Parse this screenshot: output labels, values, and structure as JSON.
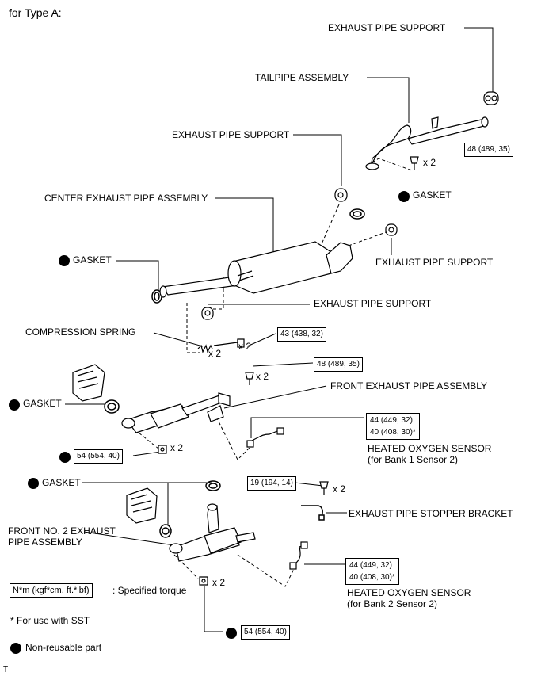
{
  "header": {
    "title": "for Type A:"
  },
  "labels": {
    "exhaust_pipe_support_top": "EXHAUST PIPE SUPPORT",
    "tailpipe_assembly": "TAILPIPE ASSEMBLY",
    "exhaust_pipe_support_mid": "EXHAUST PIPE SUPPORT",
    "gasket_upper_right": "GASKET",
    "center_exhaust_pipe_assembly": "CENTER EXHAUST PIPE ASSEMBLY",
    "gasket_center": "GASKET",
    "exhaust_pipe_support_right": "EXHAUST PIPE SUPPORT",
    "exhaust_pipe_support_lower": "EXHAUST PIPE SUPPORT",
    "compression_spring": "COMPRESSION SPRING",
    "gasket_front": "GASKET",
    "front_exhaust_pipe_assembly": "FRONT EXHAUST PIPE ASSEMBLY",
    "heated_oxygen_sensor_1": "HEATED OXYGEN SENSOR",
    "heated_oxygen_sensor_1_note": "(for Bank 1 Sensor 2)",
    "gasket_lower": "GASKET",
    "exhaust_pipe_stopper_bracket": "EXHAUST PIPE STOPPER BRACKET",
    "front_no2_line1": "FRONT NO. 2 EXHAUST",
    "front_no2_line2": "PIPE ASSEMBLY",
    "heated_oxygen_sensor_2": "HEATED OXYGEN SENSOR",
    "heated_oxygen_sensor_2_note": "(for Bank 2 Sensor 2)"
  },
  "torques": {
    "tailpipe_bolt": "48 (489, 35)",
    "spring_bolt": "43 (438, 32)",
    "front_bolt": "48 (489, 35)",
    "sensor1_a": "44 (449, 32)",
    "sensor1_b": "40 (408, 30)*",
    "front_nut": "54 (554, 40)",
    "bracket_bolt": "19 (194, 14)",
    "sensor2_a": "44 (449, 32)",
    "sensor2_b": "40 (408, 30)*",
    "bottom_nut": "54 (554, 40)"
  },
  "quantities": {
    "q1": "x 2",
    "q2": "x 2",
    "q3": "x 2",
    "q4": "x 2",
    "q5": "x 2",
    "q6": "x 2",
    "q7": "x 2"
  },
  "legend": {
    "torque_unit": "N*m (kgf*cm, ft.*lbf)",
    "torque_desc": ": Specified torque",
    "sst_note": "* For use with SST",
    "non_reusable": "Non-reusable part"
  },
  "footer": {
    "mark": "T"
  }
}
